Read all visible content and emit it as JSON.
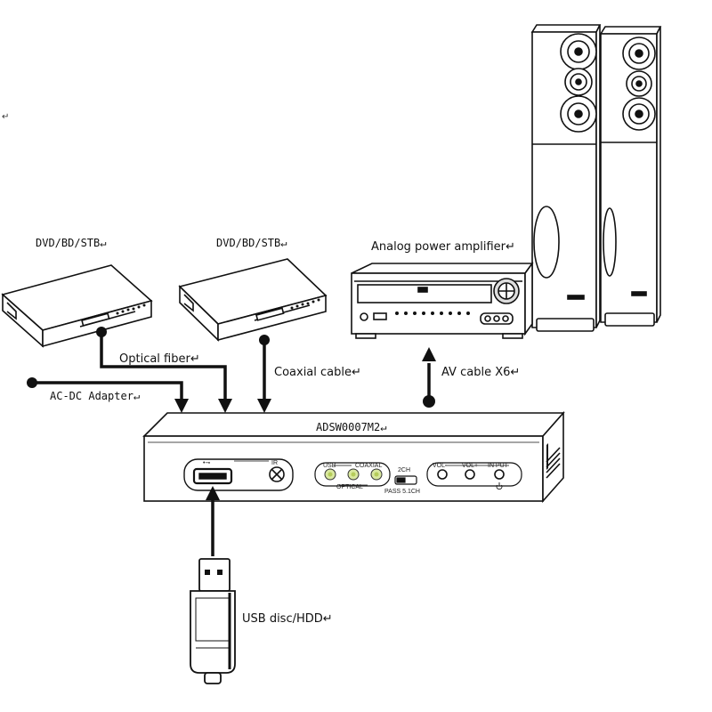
{
  "stray_mark": "↵",
  "devices": {
    "dvd_left_label": "DVD/BD/STB↵",
    "dvd_mid_label": "DVD/BD/STB↵",
    "amplifier_label": "Analog power amplifier↵",
    "decoder_label": "ADSW0007M2↵"
  },
  "cables": {
    "optical": "Optical fiber↵",
    "coaxial": "Coaxial cable↵",
    "ac_dc": "AC-DC Adapter↵",
    "av": "AV cable  X6↵",
    "usb": "USB disc/HDD↵"
  },
  "panel": {
    "usb_symbol": "•⊸",
    "ir": "IR",
    "usb_input": "USB",
    "coaxial_input": "COAXIAL",
    "optical_input": "OPTICAL",
    "two_ch": "2CH",
    "pass_51": "PASS 5.1CH",
    "vol_minus": "VOL-",
    "vol_plus": "VOL+",
    "input": "IN PUT"
  }
}
